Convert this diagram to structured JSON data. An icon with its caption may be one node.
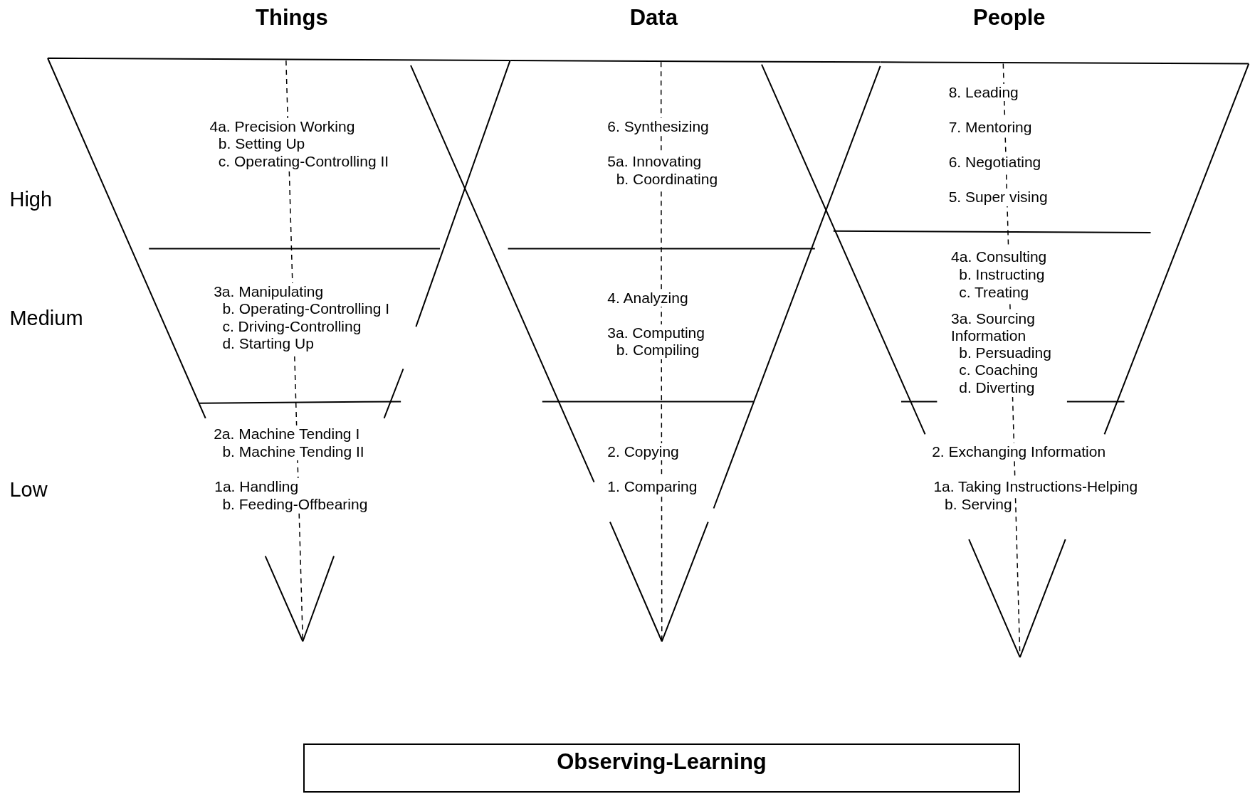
{
  "diagram": {
    "nodes": [
      {
        "text": [
          "Things",
          "4a. Precision Working",
          "b. Setting Up",
          "c. Operating-Controlling II",
          "3a. Manipulating",
          "b. Operating-Controlling I",
          "c. Driving-Controlling",
          "d. Starting Up",
          "2a. Machine Tending I",
          "b. Machine Tending II",
          "1a. Handling",
          "b. Feeding-Offbearing"
        ]
      },
      {
        "text": [
          "Data",
          "6. Synthesizing",
          "5a. Innovating",
          "b. Coordinating",
          "4. Analyzing",
          "3a. Computing",
          "b. Compiling",
          "2. Copying",
          "1. Comparing"
        ]
      },
      {
        "text": [
          "People",
          "8. Leading",
          "7. Mentoring",
          "6. Negotiating",
          "5. Super vising",
          "4a. Consulting",
          "b. Instructing",
          "c. Treating",
          "3a. Sourcing Information",
          "b. Persuading",
          "c. Coaching",
          "d. Diverting",
          "2. Exchanging Information",
          "1a. Taking Instructions-Helping",
          "b. Serving"
        ]
      },
      {
        "text": [
          "Observing-Learning"
        ]
      }
    ],
    "labels": [
      "High",
      "Medium",
      "Low"
    ]
  }
}
